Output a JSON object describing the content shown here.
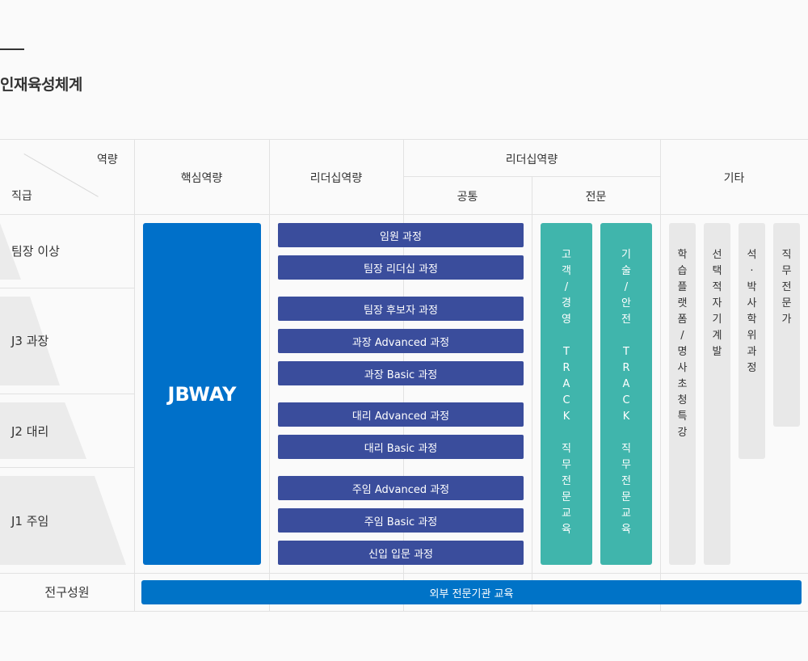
{
  "page": {
    "title": "인재육성체계"
  },
  "header": {
    "competency": "역량",
    "rank": "직급",
    "core": "핵심역량",
    "leadership": "리더십역량",
    "leadership_group": "리더십역량",
    "common": "공통",
    "specialty": "전문",
    "etc": "기타"
  },
  "ranks": [
    "팀장 이상",
    "J3 과장",
    "J2 대리",
    "J1 주임"
  ],
  "core_program": "JBWAY",
  "courses": [
    "임원 과정",
    "팀장 리더십 과정",
    "팀장 후보자 과정",
    "과장 Advanced 과정",
    "과장 Basic 과정",
    "대리 Advanced 과정",
    "대리 Basic 과정",
    "주임 Advanced 과정",
    "주임 Basic 과정",
    "신입 입문 과정"
  ],
  "tracks": [
    {
      "chars": [
        "고",
        "객",
        "/",
        "경",
        "영",
        "",
        "T",
        "R",
        "A",
        "C",
        "K",
        "",
        "직",
        "무",
        "전",
        "문",
        "교",
        "육"
      ]
    },
    {
      "chars": [
        "기",
        "술",
        "/",
        "안",
        "전",
        "",
        "T",
        "R",
        "A",
        "C",
        "K",
        "",
        "직",
        "무",
        "전",
        "문",
        "교",
        "육"
      ]
    }
  ],
  "etc_programs": [
    {
      "chars": [
        "학",
        "습",
        "플",
        "랫",
        "폼",
        "/",
        "명",
        "사",
        "초",
        "청",
        "특",
        "강"
      ]
    },
    {
      "chars": [
        "선",
        "택",
        "적",
        "자",
        "기",
        "계",
        "발"
      ]
    },
    {
      "chars": [
        "석",
        "·",
        "박",
        "사",
        "학",
        "위",
        "과",
        "정"
      ]
    },
    {
      "chars": [
        "직",
        "무",
        "전",
        "문",
        "가"
      ]
    }
  ],
  "footer": {
    "all_staff": "전구성원",
    "external": "외부 전문기관 교육"
  },
  "colors": {
    "core": "#0070c9",
    "course": "#3a4d9c",
    "track": "#40b5ac",
    "etc": "#e8e8e8",
    "external": "#0073c7"
  }
}
